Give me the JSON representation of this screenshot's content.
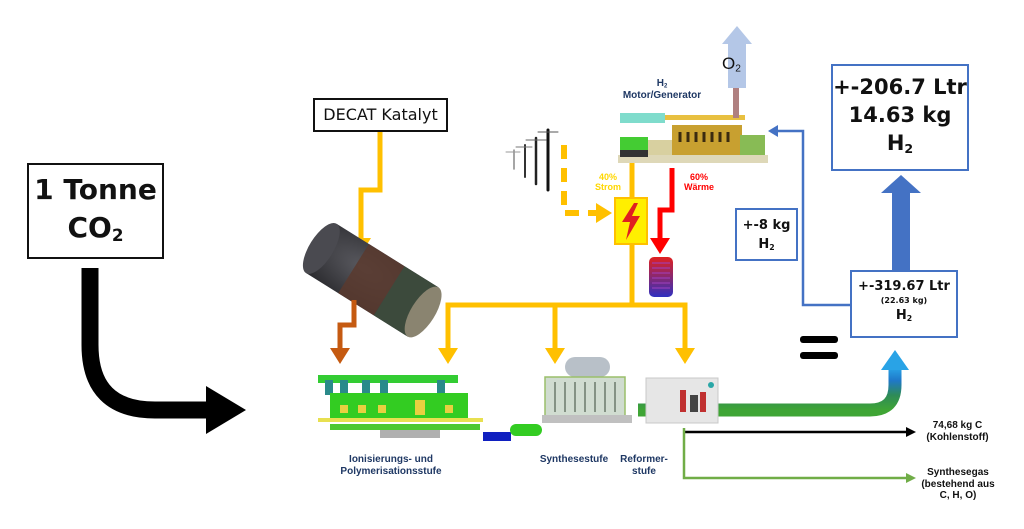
{
  "title": "CO2 to H2 process flow",
  "input": {
    "line1": "1 Tonne",
    "line2": "CO",
    "sub": "2"
  },
  "catalyst": {
    "label": "DECAT Katalyt"
  },
  "generator": {
    "h": "H",
    "sub": "2",
    "label": "Motor/Generator"
  },
  "oxygen": {
    "label": "O",
    "sub": "2"
  },
  "power": {
    "pct": "40%",
    "label": "Strom"
  },
  "heat": {
    "pct": "60%",
    "label": "Wärme"
  },
  "stages": {
    "ionization": {
      "line1": "Ionisierungs- und",
      "line2": "Polymerisationsstufe"
    },
    "synthesis": {
      "label": "Synthesestufe"
    },
    "reformer": {
      "line1": "Reformer-",
      "line2": "stufe"
    }
  },
  "equals": "=",
  "h2_total": {
    "line1": "+-319.67 Ltr",
    "line2": "(22.63 kg)",
    "line3": "H",
    "sub": "2"
  },
  "h2_to_generator": {
    "line1": "+-8 kg",
    "line2": "H",
    "sub": "2"
  },
  "h2_net": {
    "line1": "+-206.7 Ltr",
    "line2": "14.63 kg",
    "line3": "H",
    "sub": "2"
  },
  "carbon": {
    "line1": "74,68 kg C",
    "line2": "(Kohlenstoff)"
  },
  "syngas": {
    "line1": "Synthesegas",
    "line2": "(bestehend aus",
    "line3": "C, H, O)"
  },
  "colors": {
    "feed": "#ffc000",
    "catalyst_feed": "#c55a11",
    "heat": "#ff0000",
    "h2_flow": "#4472c4",
    "syngas": "#70ad47",
    "o2": "#b4c7e7",
    "label_navy": "#1f3864"
  }
}
